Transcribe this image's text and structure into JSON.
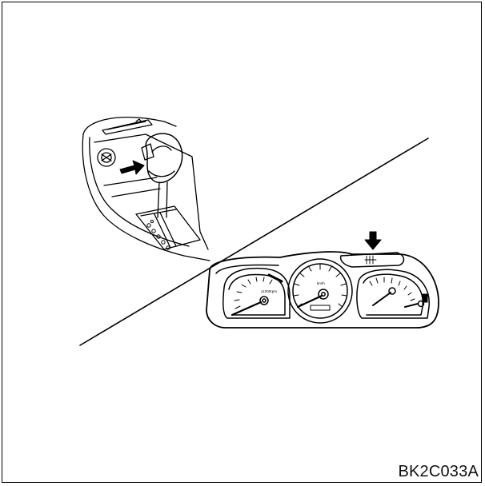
{
  "figure": {
    "code": "BK2C033A"
  },
  "cluster": {
    "tach_unit": "x1000rpm",
    "speed_unit": "km/h"
  }
}
